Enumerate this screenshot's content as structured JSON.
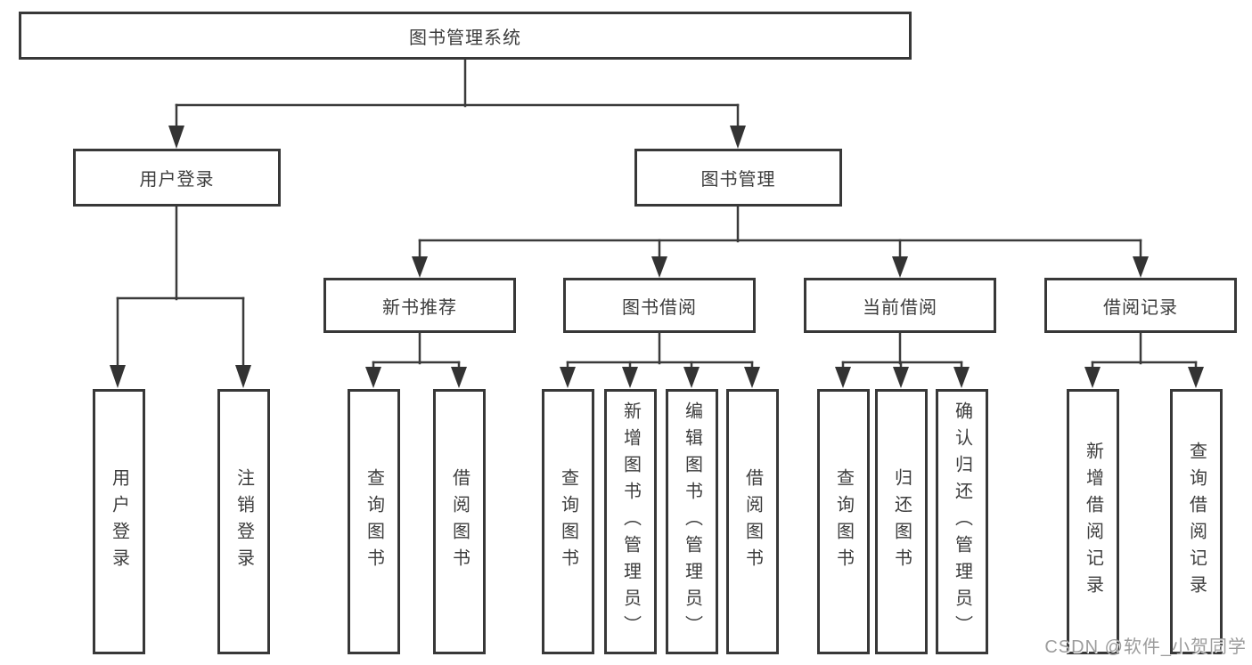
{
  "diagram": {
    "title": "图书管理系统",
    "nodes": {
      "root": "图书管理系统",
      "l2": [
        "用户登录",
        "图书管理"
      ],
      "l3": [
        "新书推荐",
        "图书借阅",
        "当前借阅",
        "借阅记录"
      ],
      "leaves": {
        "user_login": [
          "用户登录",
          "注销登录"
        ],
        "new_book": [
          "查询图书",
          "借阅图书"
        ],
        "book_borrow": [
          "查询图书",
          "新增图书（管理员）",
          "编辑图书（管理员）",
          "借阅图书"
        ],
        "current_borrow": [
          "查询图书",
          "归还图书",
          "确认归还（管理员）"
        ],
        "borrow_records": [
          "新增借阅记录",
          "查询借阅记录"
        ]
      }
    },
    "colors": {
      "line": "#3b3b3b",
      "border": "#383838",
      "text": "#3d3d3d",
      "watermark": "#9c9c9c",
      "background": "#ffffff"
    }
  },
  "watermark": "CSDN @软件_小贺同学"
}
